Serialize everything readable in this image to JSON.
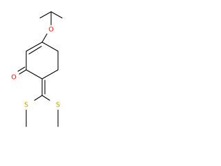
{
  "molecule": {
    "atom_labels": {
      "ether_oxygen": "O",
      "carbonyl_oxygen": "O",
      "sulfur_left": "S",
      "sulfur_right": "S"
    },
    "colors": {
      "bond": "#000000",
      "oxygen": "#ff0d0d",
      "sulfur": "#c8a000",
      "background": "#ffffff"
    }
  }
}
